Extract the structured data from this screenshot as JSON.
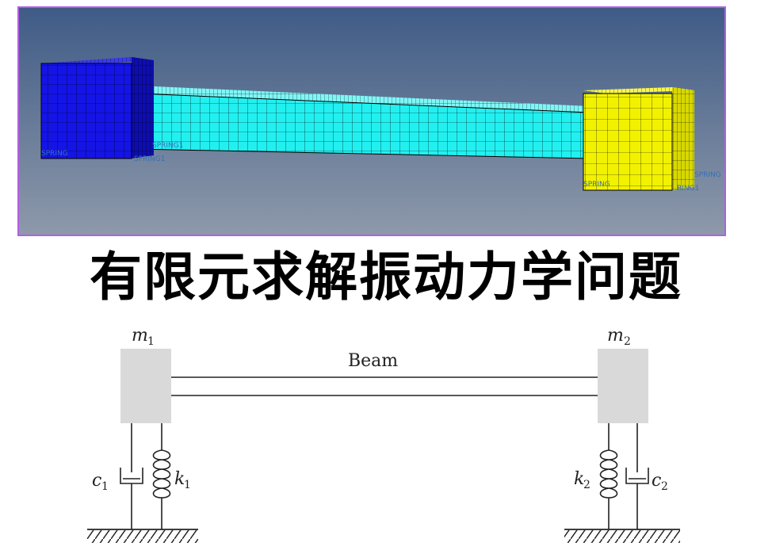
{
  "title": "有限元求解振动力学问题",
  "fem_model": {
    "labels": {
      "left_spring": "SPRING",
      "left_spring1_a": "SPRING1",
      "left_spring1_b": "SPRING1",
      "right_spring": "SPRING",
      "right_spring_b": "SPRING",
      "right_spring1": "RING1"
    },
    "colors": {
      "background_top": "#3f5b86",
      "background_bottom": "#8c97a8",
      "left_mass": "#1414e6",
      "beam": "#22f0f0",
      "right_mass": "#f2f200",
      "border": "#b060e0"
    }
  },
  "schematic": {
    "mass1_label": "m",
    "mass1_sub": "1",
    "mass2_label": "m",
    "mass2_sub": "2",
    "beam_label": "Beam",
    "c1_label": "c",
    "c1_sub": "1",
    "k1_label": "k",
    "k1_sub": "1",
    "k2_label": "k",
    "k2_sub": "2",
    "c2_label": "c",
    "c2_sub": "2",
    "colors": {
      "mass_fill": "#d9d9d9",
      "line": "#222222"
    }
  }
}
